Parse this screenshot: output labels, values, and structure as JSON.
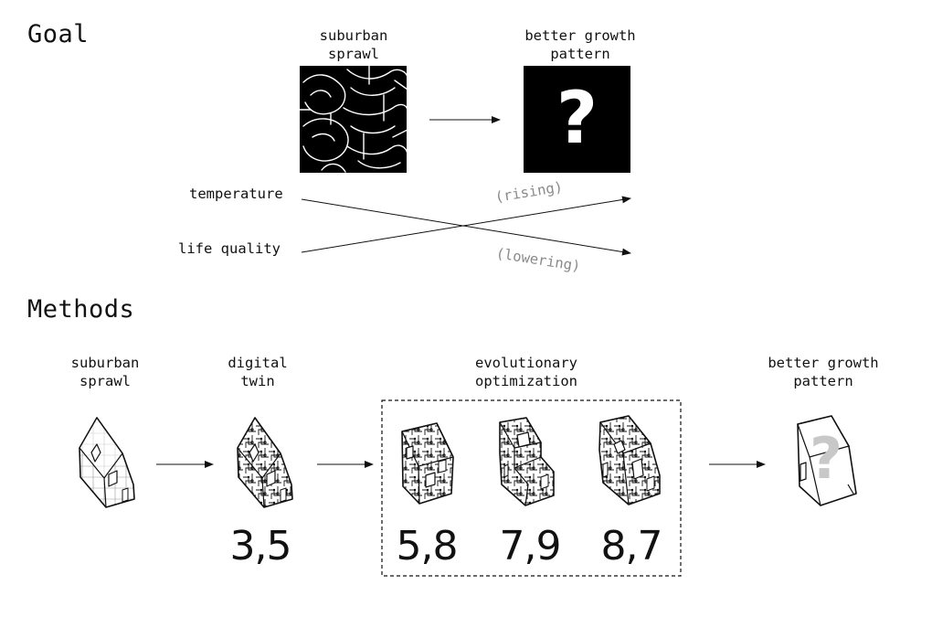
{
  "goal": {
    "heading": "Goal",
    "source_label": [
      "suburban",
      "sprawl"
    ],
    "target_label": [
      "better growth",
      "pattern"
    ],
    "unknown_mark": "?",
    "trends": {
      "temperature_label": "temperature",
      "life_quality_label": "life quality",
      "rising_label": "(rising)",
      "lowering_label": "(lowering)"
    }
  },
  "methods": {
    "heading": "Methods",
    "steps": [
      {
        "label": [
          "suburban",
          "sprawl"
        ]
      },
      {
        "label": [
          "digital",
          "twin"
        ],
        "score": "3,5"
      },
      {
        "label": [
          "evolutionary",
          "optimization"
        ],
        "scores": [
          "5,8",
          "7,9",
          "8,7"
        ]
      },
      {
        "label": [
          "better growth",
          "pattern"
        ]
      }
    ]
  },
  "colors": {
    "ink": "#111111",
    "muted": "#8a8a8a",
    "question_fill": "#c8c8c8",
    "map_background": "#000000"
  }
}
